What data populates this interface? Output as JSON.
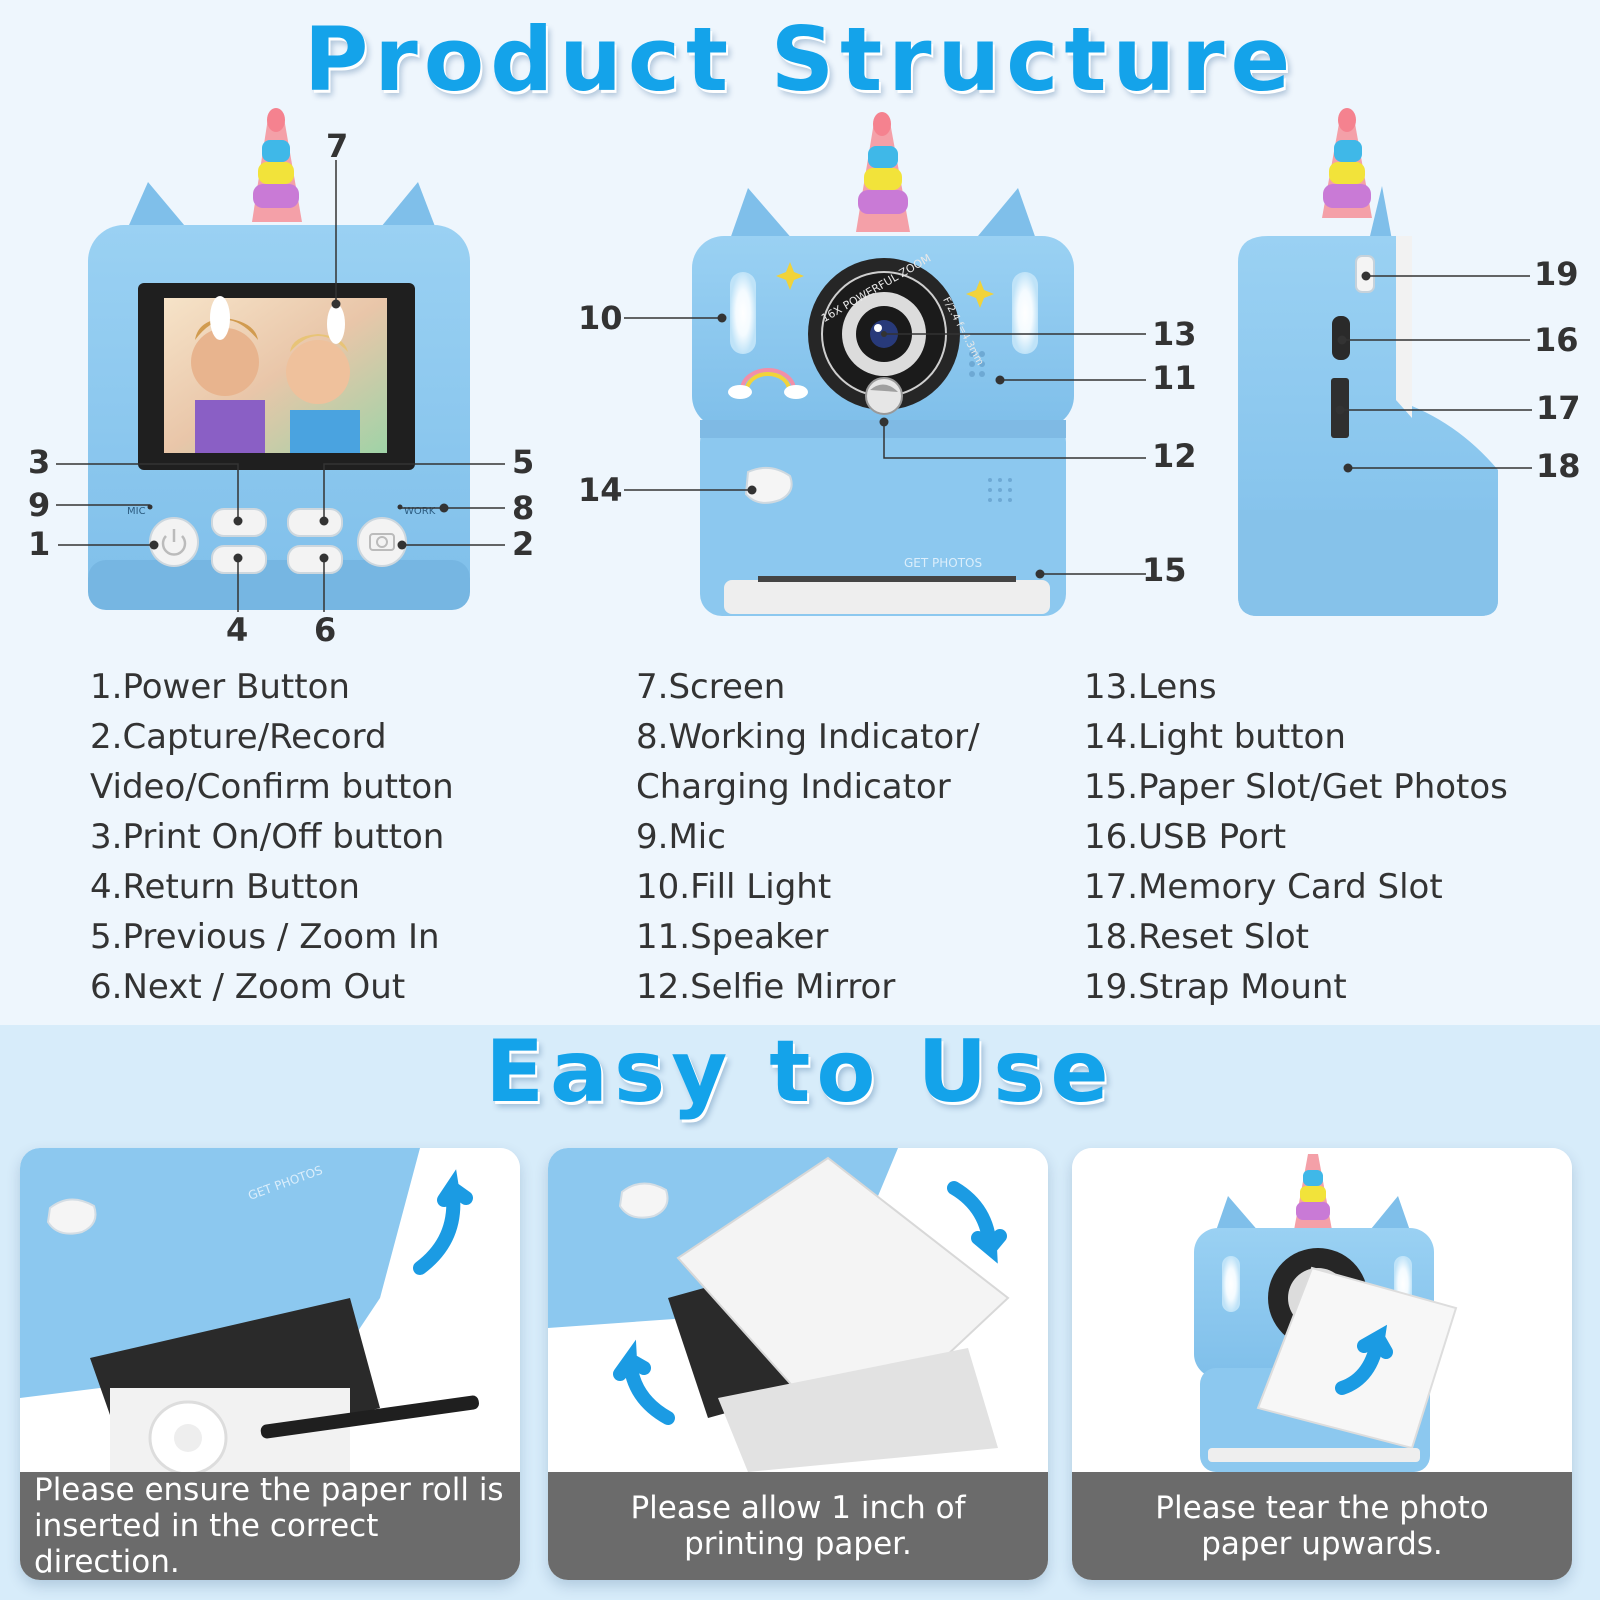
{
  "header": {
    "title": "Product Structure"
  },
  "callouts": [
    "1",
    "2",
    "3",
    "4",
    "5",
    "6",
    "7",
    "8",
    "9",
    "10",
    "11",
    "12",
    "13",
    "14",
    "15",
    "16",
    "17",
    "18",
    "19"
  ],
  "device_text": {
    "mic": "MIC",
    "work": "WORK",
    "lens_ring": "16X POWERFUL ZOOM",
    "lens_spec": "F/2.4 f=4.3mm",
    "paper_slot": "GET PHOTOS"
  },
  "legend": {
    "col1": [
      "1.Power Button",
      "2.Capture/Record",
      "Video/Confirm button",
      "3.Print On/Off button",
      "4.Return Button",
      "5.Previous / Zoom In",
      "6.Next / Zoom Out"
    ],
    "col2": [
      "7.Screen",
      "8.Working Indicator/",
      "Charging Indicator",
      "9.Mic",
      "10.Fill Light",
      "11.Speaker",
      "12.Selfie Mirror"
    ],
    "col3": [
      "13.Lens",
      "14.Light button",
      "15.Paper Slot/Get Photos",
      "16.USB Port",
      "17.Memory Card Slot",
      "18.Reset Slot",
      "19.Strap Mount"
    ]
  },
  "usage": {
    "title": "Easy to Use",
    "steps": [
      {
        "caption_line1": "Please ensure the paper roll is",
        "caption_line2": "inserted in the correct direction."
      },
      {
        "caption_line1": "Please allow 1 inch of",
        "caption_line2": "printing paper."
      },
      {
        "caption_line1": "Please tear the photo",
        "caption_line2": "paper upwards."
      }
    ]
  },
  "colors": {
    "accent": "#14a3ea",
    "body": "#8cc8ef",
    "caption_bg": "#6b6b6b"
  }
}
